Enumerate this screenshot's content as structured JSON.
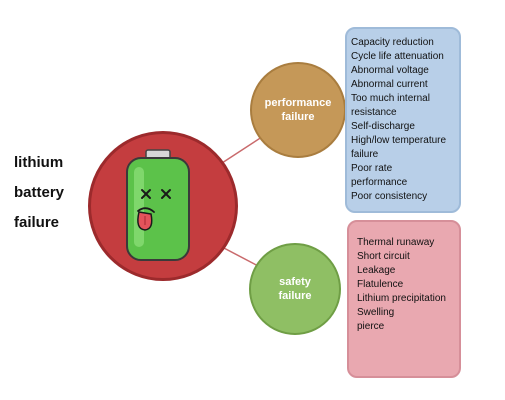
{
  "title": [
    "lithium",
    "battery",
    "failure"
  ],
  "nodes": {
    "performance": {
      "label_lines": [
        "performance",
        "failure"
      ],
      "color": "#c59858"
    },
    "safety": {
      "label_lines": [
        "safety",
        "failure"
      ],
      "color": "#8fbf64"
    }
  },
  "main_circle": {
    "color": "#c43d3f",
    "icon": "sad-battery-icon"
  },
  "performance_items": [
    "Capacity reduction",
    "Cycle life attenuation",
    "Abnormal voltage",
    "Abnormal current",
    "Too much internal",
    "resistance",
    "Self-discharge",
    "High/low temperature",
    "failure",
    "Poor rate",
    "performance",
    "Poor consistency"
  ],
  "safety_items": [
    "Thermal runaway",
    "Short circuit",
    "Leakage",
    "Flatulence",
    "Lithium precipitation",
    "Swelling",
    "pierce"
  ],
  "colors": {
    "performance_box": "#b8cfe8",
    "safety_box": "#e9a8b0",
    "connector": "#c96a6c"
  }
}
